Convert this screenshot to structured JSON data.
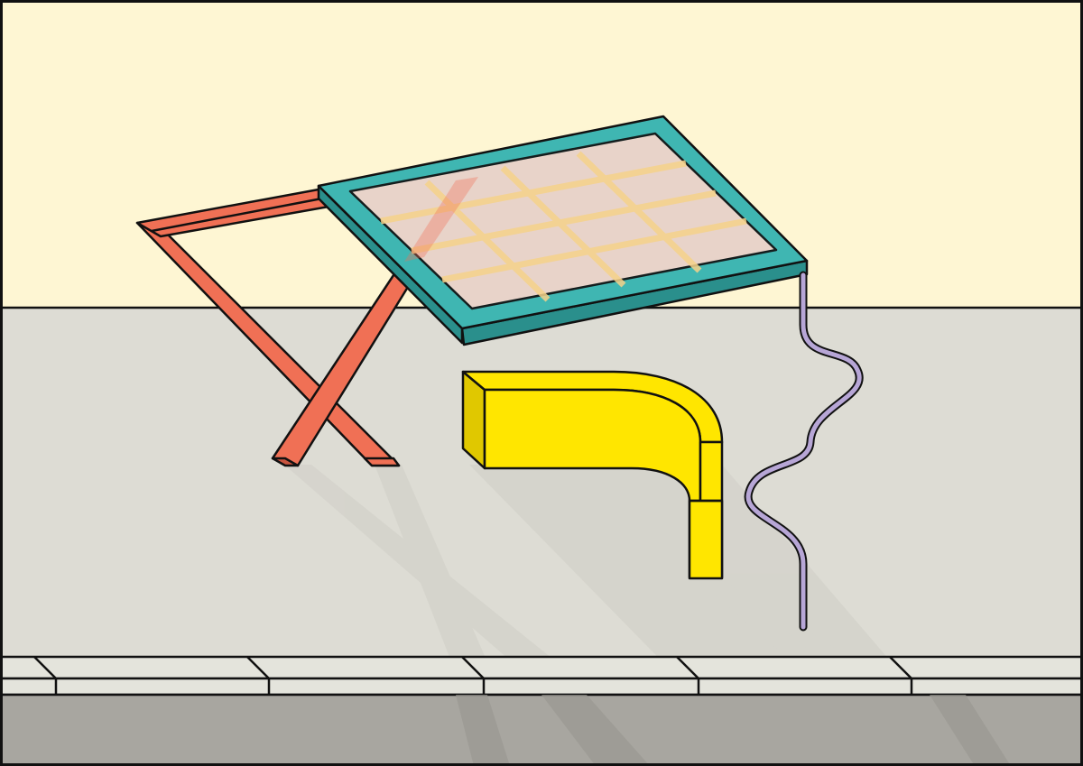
{
  "scene": {
    "description_text": "",
    "colors": {
      "sky": "#fef6d3",
      "wall": "#dddcd4",
      "wall_shadow": "#cfcec6",
      "curb": "#e4e4dc",
      "road": "#a8a6a0",
      "outline": "#111111",
      "stand": "#f07055",
      "stand_dark": "#c9553f",
      "panel_frame": "#3fb6b2",
      "panel_frame_dark": "#2a8f8c",
      "panel_cell": "#f7d6cc",
      "panel_grid": "#f6d28a",
      "duct": "#ffe600",
      "duct_dark": "#e0c800",
      "cable": "#b7a6d6"
    },
    "elements": [
      {
        "name": "sky-background",
        "icon": "sky"
      },
      {
        "name": "wall-background",
        "icon": "wall"
      },
      {
        "name": "folding-stand",
        "icon": "x-stand-icon"
      },
      {
        "name": "solar-panel",
        "icon": "solar-panel-icon"
      },
      {
        "name": "yellow-duct",
        "icon": "curved-duct-icon"
      },
      {
        "name": "power-cable",
        "icon": "wavy-cable-icon"
      },
      {
        "name": "curb",
        "icon": "curb-stones"
      },
      {
        "name": "road",
        "icon": "road"
      }
    ]
  }
}
